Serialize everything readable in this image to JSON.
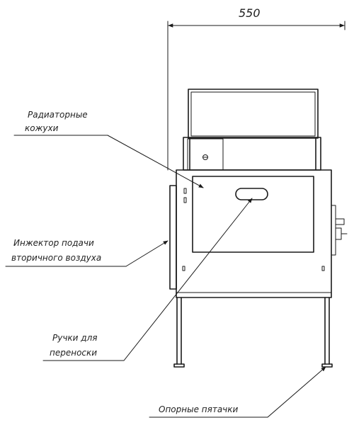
{
  "dimension": {
    "width_label": "550"
  },
  "callouts": {
    "radiator": {
      "line1": "Радиаторные",
      "line2": "кожухи"
    },
    "injector": {
      "line1": "Инжектор подачи",
      "line2": "вторичного воздуха"
    },
    "handles": {
      "line1": "Ручки для",
      "line2": "переноски"
    },
    "feet": {
      "line1": "Опорные пятачки"
    }
  }
}
